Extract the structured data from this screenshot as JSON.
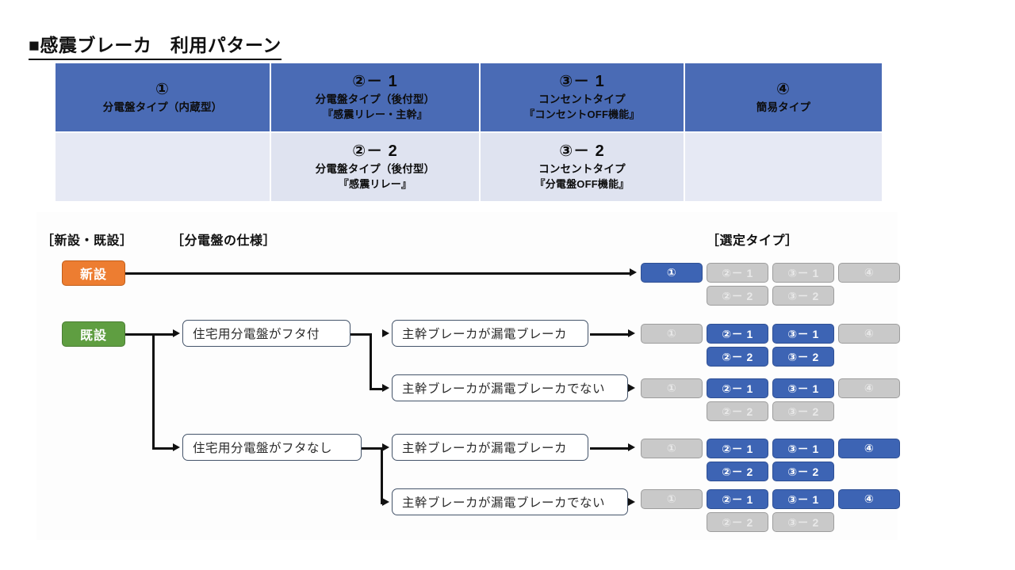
{
  "title": "■感震ブレーカ　利用パターン",
  "table": {
    "columns": [
      {
        "code": "①",
        "name": "分電盤タイプ（内蔵型）",
        "note": "",
        "sub_code": "",
        "sub_name": "",
        "sub_note": ""
      },
      {
        "code": "②－ 1",
        "name": "分電盤タイプ（後付型）",
        "note": "『感震リレー・主幹』",
        "sub_code": "②－ 2",
        "sub_name": "分電盤タイプ（後付型）",
        "sub_note": "『感震リレー』"
      },
      {
        "code": "③－ 1",
        "name": "コンセントタイプ",
        "note": "『コンセントOFF機能』",
        "sub_code": "③－ 2",
        "sub_name": "コンセントタイプ",
        "sub_note": "『分電盤OFF機能』"
      },
      {
        "code": "④",
        "name": "簡易タイプ",
        "note": "",
        "sub_code": "",
        "sub_name": "",
        "sub_note": ""
      }
    ]
  },
  "flow": {
    "headers": {
      "status": "［新設・既設］",
      "spec": "［分電盤の仕様］",
      "type": "［選定タイプ］"
    },
    "status_nodes": {
      "new": "新設",
      "existing": "既設"
    },
    "spec_nodes": {
      "lid_yes": "住宅用分電盤がフタ付",
      "lid_no": "住宅用分電盤がフタなし",
      "elcb_yes": "主幹ブレーカが漏電ブレーカ",
      "elcb_no": "主幹ブレーカが漏電ブレーカでない"
    },
    "badge_labels": {
      "t1": "①",
      "t2_1": "②－ 1",
      "t2_2": "②－ 2",
      "t3_1": "③－ 1",
      "t3_2": "③－ 2",
      "t4": "④"
    },
    "result_rows": [
      {
        "id": "row-new",
        "t1": "on",
        "t2_1": "off",
        "t3_1": "off",
        "t4": "off",
        "t2_2": "off",
        "t3_2": "off"
      },
      {
        "id": "row-lid-elcb",
        "t1": "off",
        "t2_1": "on",
        "t3_1": "on",
        "t4": "off",
        "t2_2": "on",
        "t3_2": "on"
      },
      {
        "id": "row-lid-noelcb",
        "t1": "off",
        "t2_1": "on",
        "t3_1": "on",
        "t4": "off",
        "t2_2": "off",
        "t3_2": "off"
      },
      {
        "id": "row-nolid-elcb",
        "t1": "off",
        "t2_1": "on",
        "t3_1": "on",
        "t4": "on",
        "t2_2": "on",
        "t3_2": "on"
      },
      {
        "id": "row-nolid-noelcb",
        "t1": "off",
        "t2_1": "on",
        "t3_1": "on",
        "t4": "on",
        "t2_2": "off",
        "t3_2": "off"
      }
    ]
  },
  "colors": {
    "header_blue": "#4a6bb5",
    "sub_lavender": "#dfe3f0",
    "badge_active": "#3d64b4",
    "badge_inactive": "#c9c9c9",
    "new_orange": "#ed7d31",
    "existing_green": "#5f9e41"
  }
}
